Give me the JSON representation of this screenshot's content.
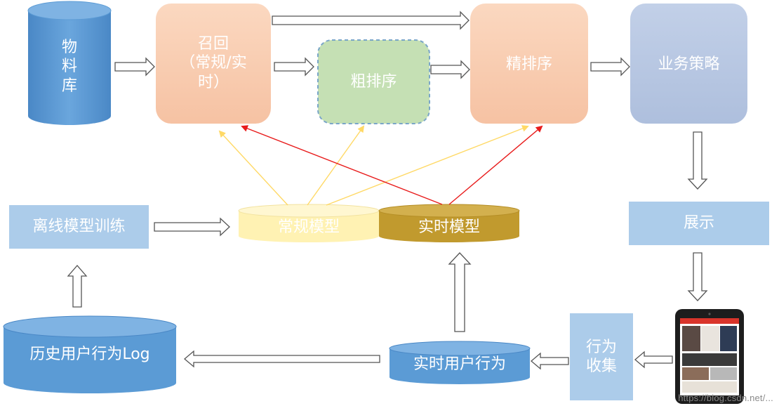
{
  "nodes": {
    "material_db": {
      "label_lines": [
        "物",
        "料",
        "库"
      ]
    },
    "recall": {
      "label_lines": [
        "召回",
        "（常规/实",
        "时）"
      ]
    },
    "coarse_rank": {
      "label": "粗排序"
    },
    "fine_rank": {
      "label": "精排序"
    },
    "business_strategy": {
      "label": "业务策略"
    },
    "offline_training": {
      "label": "离线模型训练"
    },
    "regular_model": {
      "label": "常规模型"
    },
    "realtime_model": {
      "label": "实时模型"
    },
    "display": {
      "label": "展示"
    },
    "behavior_collect": {
      "label_lines": [
        "行为",
        "收集"
      ]
    },
    "realtime_behavior": {
      "label": "实时用户行为"
    },
    "history_log": {
      "label": "历史用户行为Log"
    }
  },
  "watermark": "https://blog.csdn.net/...",
  "colors": {
    "db_blue": "#5b9bd5",
    "recall_fill": "#f8cbad",
    "coarse_fill": "#c5e0b4",
    "coarse_border": "#7aa6c8",
    "strategy_fill": "#b4c7e7",
    "box_blue": "#9dc3e6",
    "regular_model": "#fff2b3",
    "realtime_model": "#c19a2e",
    "arrow_yellow": "#ffd966",
    "arrow_red": "#e81b1b"
  }
}
